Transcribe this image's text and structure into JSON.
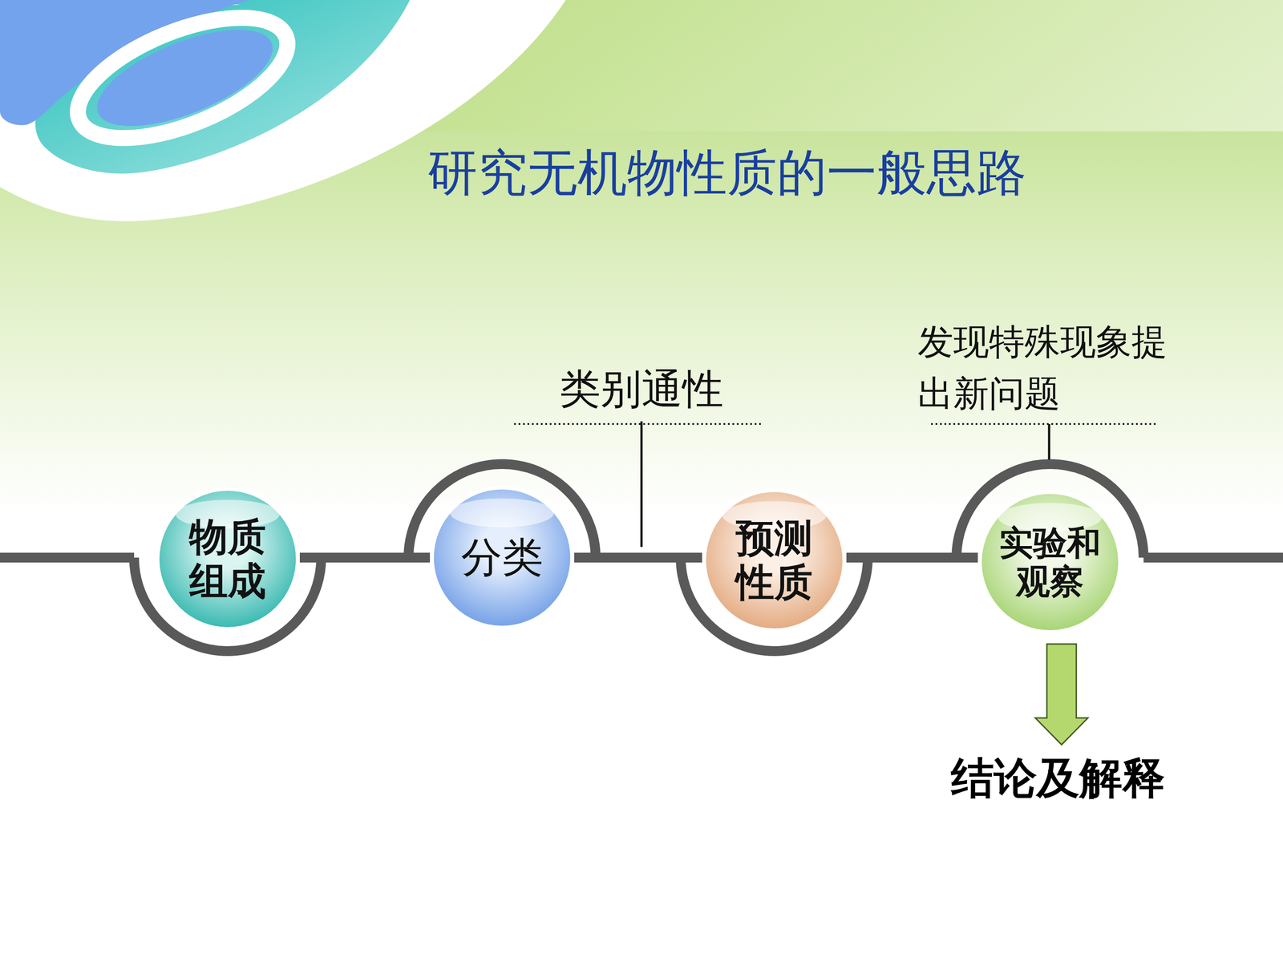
{
  "diagram": {
    "title": "研究无机物性质的一般思路",
    "nodes": [
      {
        "text": [
          "物质组成"
        ]
      },
      {
        "text": [
          "分类"
        ]
      },
      {
        "text": [
          "预测性质"
        ]
      },
      {
        "text": [
          "实验和观察"
        ]
      }
    ],
    "edges": [
      {
        "from": 0,
        "to": 1,
        "arrow": "none"
      },
      {
        "from": 1,
        "to": 2,
        "arrow": "none"
      },
      {
        "from": 2,
        "to": 3,
        "arrow": "none"
      }
    ],
    "labels": [
      "类别通性",
      "发现特殊现象提出新问题",
      "结论及解释"
    ]
  }
}
